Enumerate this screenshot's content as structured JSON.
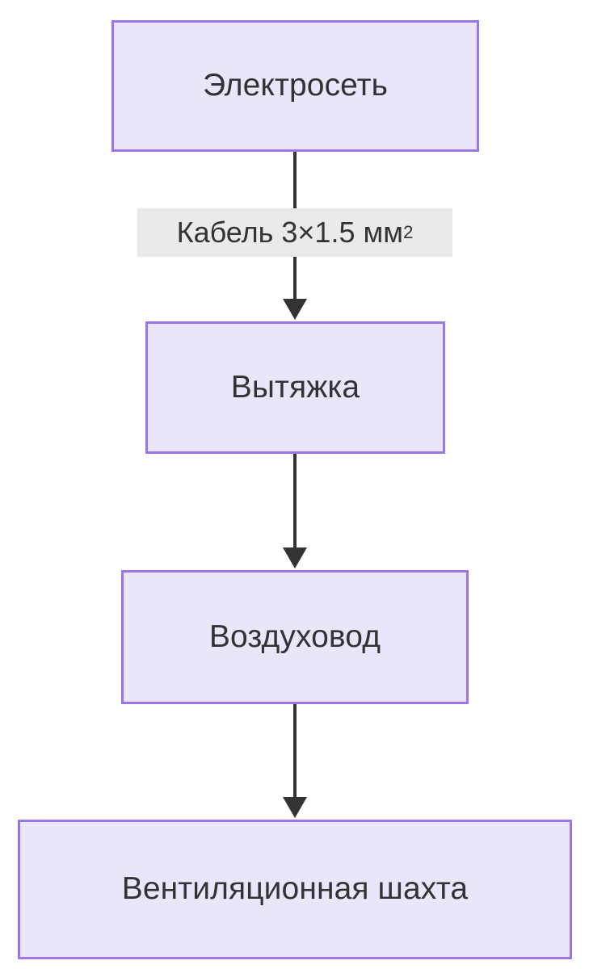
{
  "diagram": {
    "type": "flowchart",
    "direction": "top-down",
    "background_color": "#ffffff",
    "node_fill_color": "#e9e6fb",
    "node_border_color": "#9a76e8",
    "node_text_color": "#333333",
    "edge_color": "#333333",
    "edge_label_background": "#eaeaea",
    "nodes": [
      {
        "id": "power",
        "label": "Электросеть"
      },
      {
        "id": "hood",
        "label": "Вытяжка"
      },
      {
        "id": "duct",
        "label": "Воздуховод"
      },
      {
        "id": "shaft",
        "label": "Вентиляционная шахта"
      }
    ],
    "edges": [
      {
        "from": "power",
        "to": "hood",
        "label_prefix": "Кабель 3×1.5 мм",
        "label_sup": "2",
        "arrow": "solid-arrow"
      },
      {
        "from": "hood",
        "to": "duct",
        "label_prefix": "",
        "label_sup": "",
        "arrow": "solid-arrow"
      },
      {
        "from": "duct",
        "to": "shaft",
        "label_prefix": "",
        "label_sup": "",
        "arrow": "solid-arrow"
      }
    ]
  }
}
